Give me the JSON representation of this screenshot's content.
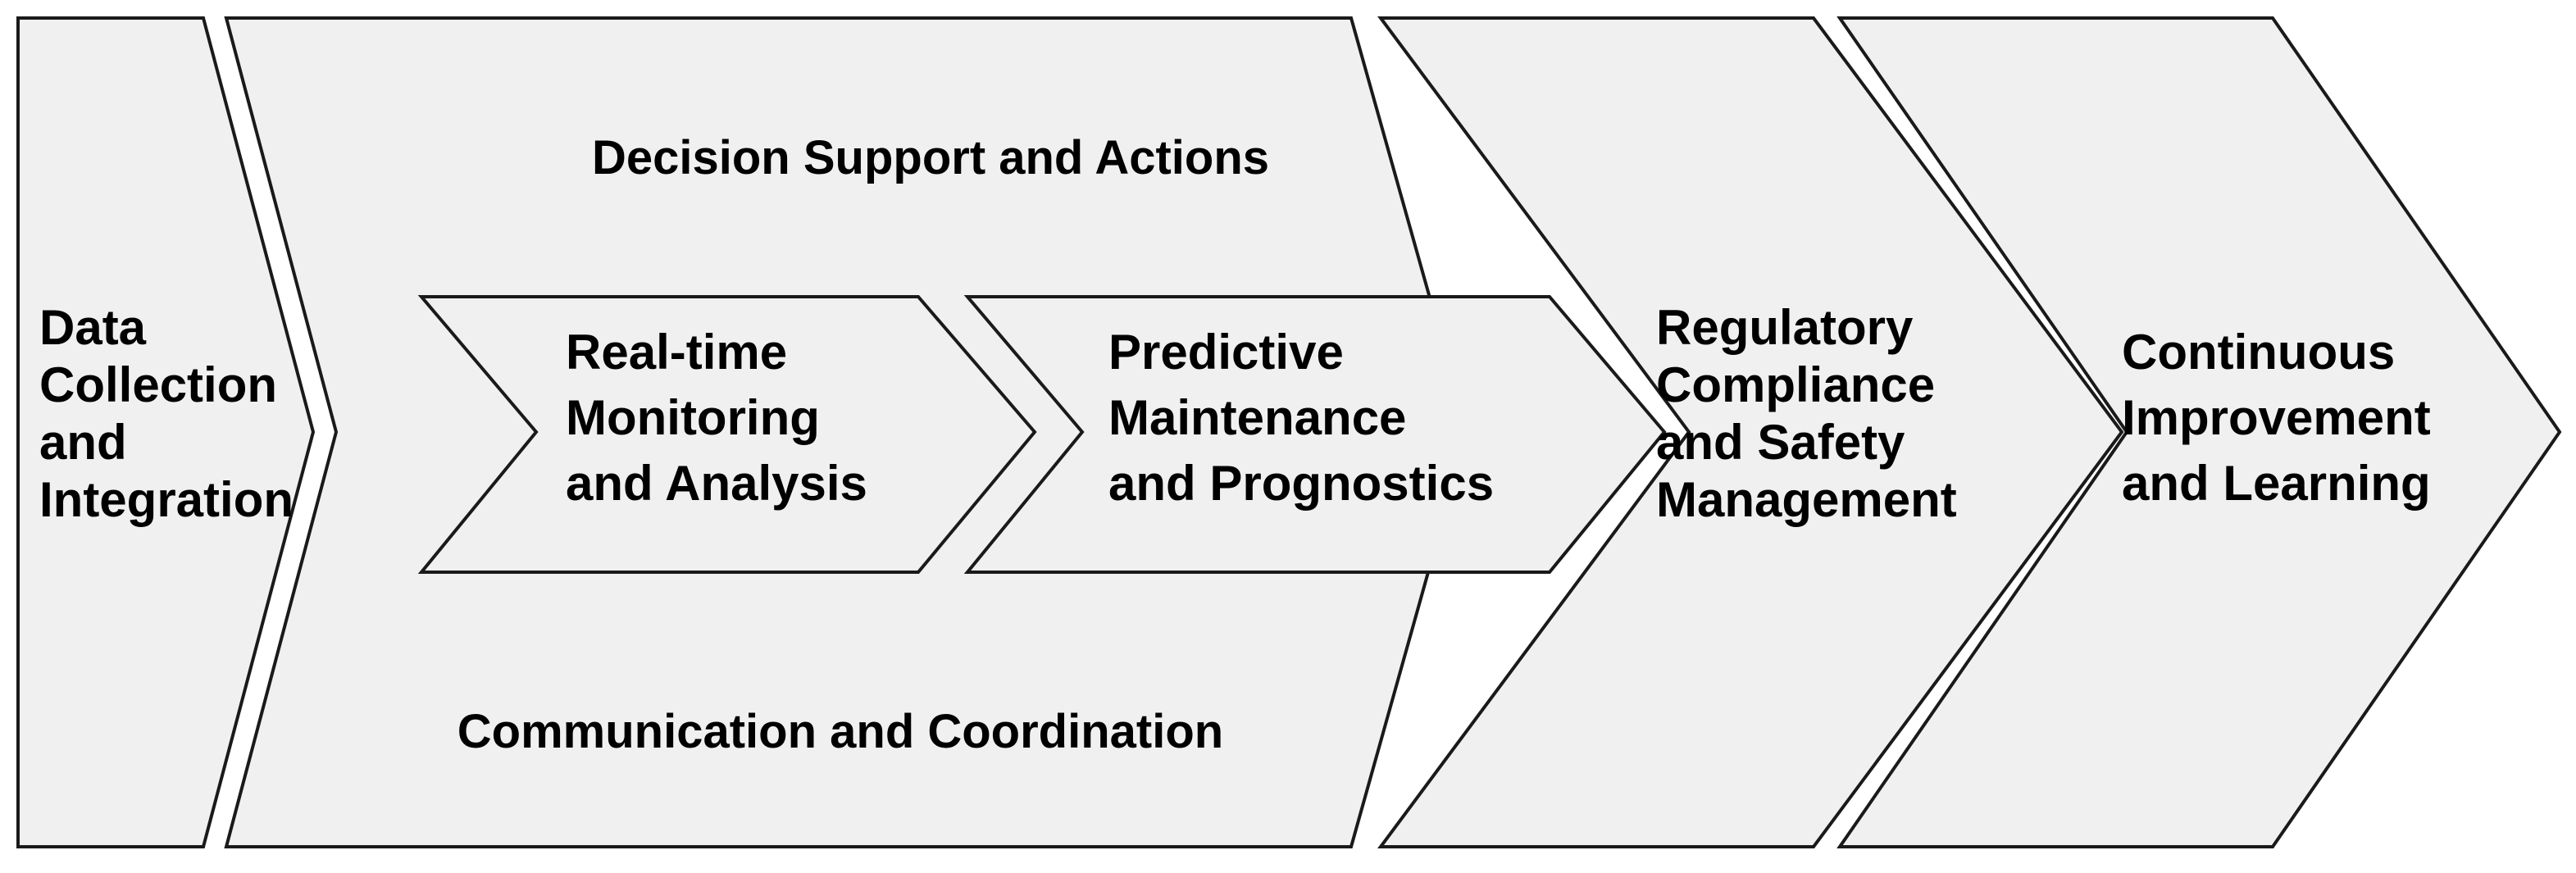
{
  "diagram": {
    "type": "chevron-process-flow",
    "title_present": false,
    "background_color": "#ffffff",
    "shape_fill_color": "#f0f0f0",
    "shape_stroke_color": "#1a1a1a",
    "text_color": "#000000",
    "stage_count": 7
  },
  "stages": {
    "data_collection": {
      "id": "data-collection-and-integration",
      "lines": [
        "Data",
        "Collection",
        "and",
        "Integration"
      ],
      "full_label": "Data Collection and Integration",
      "position": "leftmost",
      "shape": "arrow-right"
    },
    "decision_support": {
      "id": "decision-support-and-actions",
      "lines": [
        "Decision Support and Actions"
      ],
      "full_label": "Decision Support and Actions",
      "position": "upper-band",
      "shape": "chevron"
    },
    "realtime_monitoring": {
      "id": "real-time-monitoring-and-analysis",
      "lines": [
        "Real-time",
        "Monitoring",
        "and Analysis"
      ],
      "full_label": "Real-time Monitoring and Analysis",
      "position": "inner-first",
      "shape": "chevron"
    },
    "predictive_maintenance": {
      "id": "predictive-maintenance-and-prognostics",
      "lines": [
        "Predictive",
        "Maintenance",
        "and Prognostics"
      ],
      "full_label": "Predictive Maintenance and Prognostics",
      "position": "inner-second",
      "shape": "chevron"
    },
    "communication": {
      "id": "communication-and-coordination",
      "lines": [
        "Communication and Coordination"
      ],
      "full_label": "Communication and Coordination",
      "position": "lower-band",
      "shape": "chevron"
    },
    "regulatory_compliance": {
      "id": "regulatory-compliance-and-safety-management",
      "lines": [
        "Regulatory",
        "Compliance",
        "and Safety",
        "Management"
      ],
      "full_label": "Regulatory Compliance and Safety Management",
      "position": "fifth",
      "shape": "chevron"
    },
    "continuous_improvement": {
      "id": "continuous-improvement-and-learning",
      "lines": [
        "Continuous",
        "Improvement",
        "and Learning"
      ],
      "full_label": "Continuous Improvement and Learning",
      "position": "rightmost",
      "shape": "chevron-arrow"
    }
  }
}
